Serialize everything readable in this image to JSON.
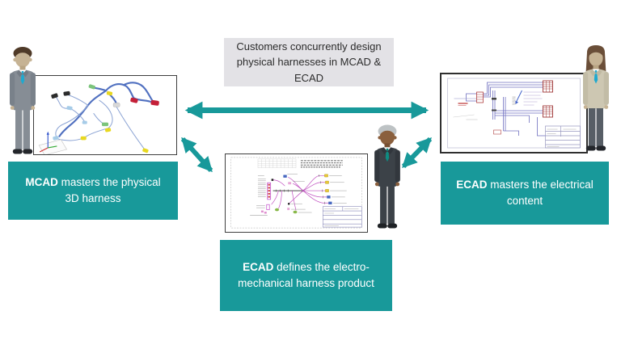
{
  "colors": {
    "accent_teal": "#18999a",
    "note_background": "#e3e2e6",
    "note_text": "#2c2c2c",
    "box_text": "#ffffff"
  },
  "note": {
    "lines": [
      "Customers concurrently design",
      "physical harnesses in MCAD &",
      "ECAD"
    ]
  },
  "boxes": {
    "mcad": {
      "bold": "MCAD",
      "line1_rest": " masters the physical",
      "line2": "3D harness"
    },
    "ecad_right": {
      "bold": "ECAD",
      "line1_rest": " masters the electrical",
      "line2": "content"
    },
    "ecad_bottom": {
      "bold": "ECAD",
      "line1_rest": " defines the electro-",
      "line2": "mechanical harness product"
    }
  }
}
